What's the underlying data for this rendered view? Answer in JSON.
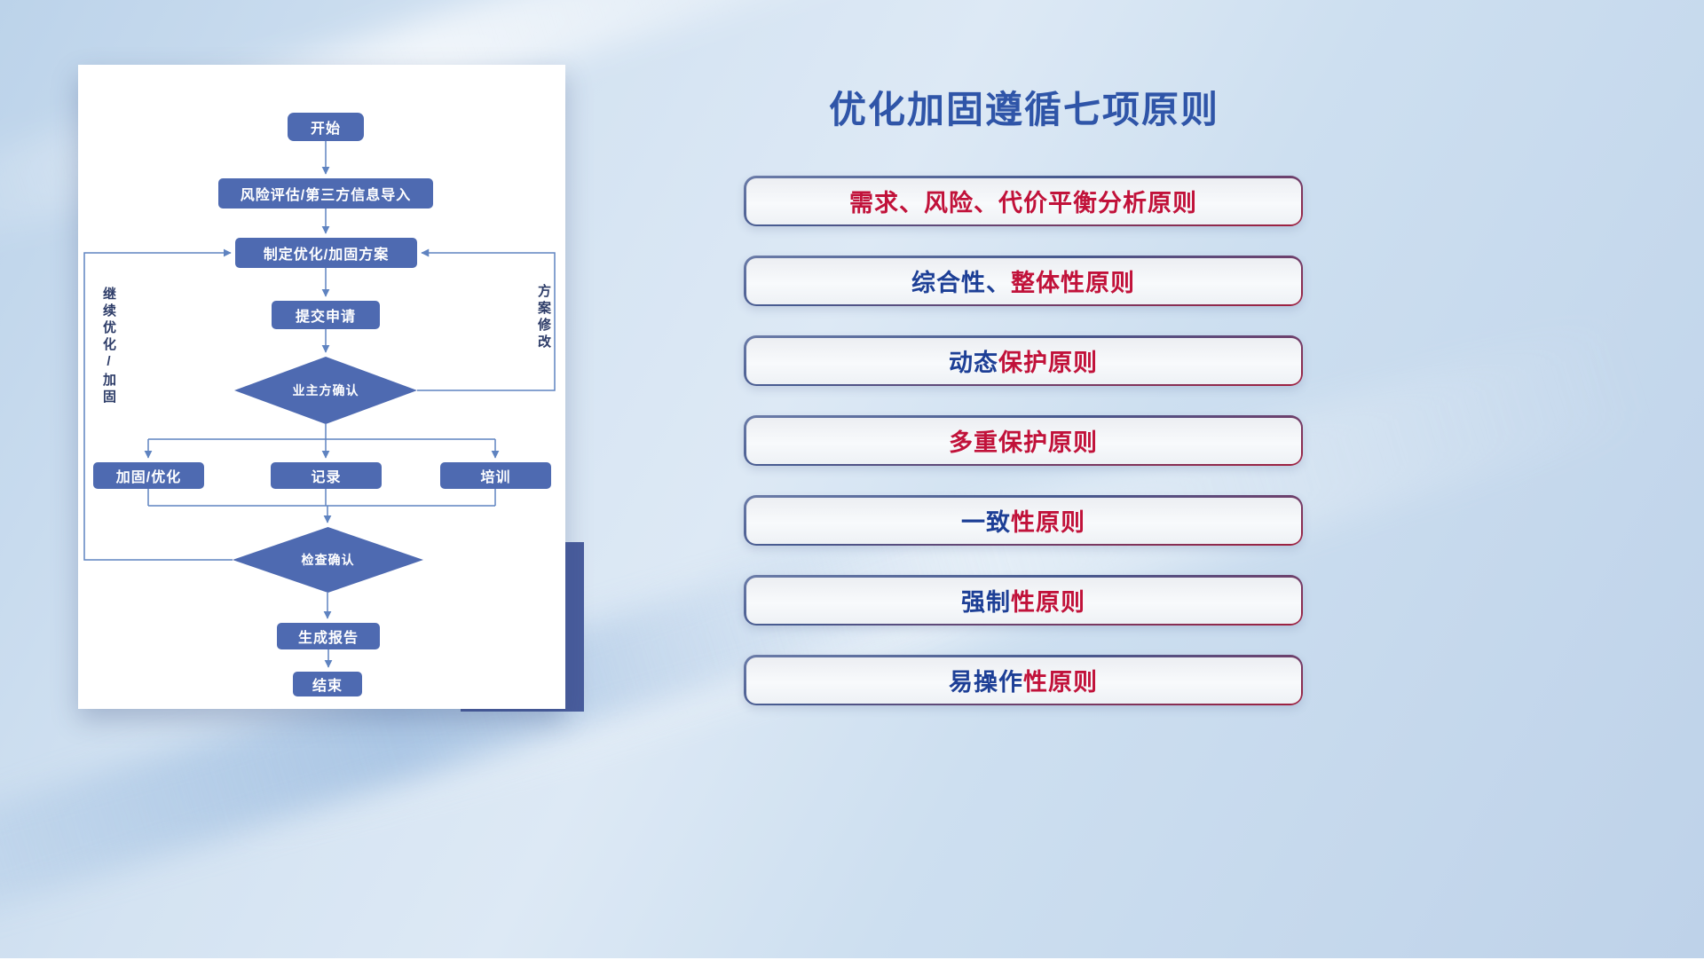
{
  "colors": {
    "accent_blue": "#2f55a8",
    "principle_red": "#c1123a",
    "principle_blue": "#1d3f96",
    "node_blue": "#4e6ab1",
    "connector": "#5f83c0",
    "card_accent": "#495d9d"
  },
  "flowchart": {
    "nodes": {
      "start": "开始",
      "risk_import": "风险评估/第三方信息导入",
      "make_plan": "制定优化/加固方案",
      "submit": "提交申请",
      "owner_confirm": "业主方确认",
      "reinforce": "加固/优化",
      "record": "记录",
      "training": "培训",
      "check_confirm": "检查确认",
      "report": "生成报告",
      "end": "结束"
    },
    "side_labels": {
      "left": "继续优化/加固",
      "right": "方案修改"
    }
  },
  "principles": {
    "title": "优化加固遵循七项原则",
    "items": [
      {
        "segments": [
          {
            "text": "需求、风险、代价平衡分析原则",
            "color": "#c1123a"
          }
        ]
      },
      {
        "segments": [
          {
            "text": "综合性、",
            "color": "#1d3f96"
          },
          {
            "text": "整体性原则",
            "color": "#c1123a"
          }
        ]
      },
      {
        "segments": [
          {
            "text": "动态",
            "color": "#1d3f96"
          },
          {
            "text": "保护原则",
            "color": "#c1123a"
          }
        ]
      },
      {
        "segments": [
          {
            "text": "多重保护原则",
            "color": "#c1123a"
          }
        ]
      },
      {
        "segments": [
          {
            "text": "一致",
            "color": "#1d3f96"
          },
          {
            "text": "性原则",
            "color": "#c1123a"
          }
        ]
      },
      {
        "segments": [
          {
            "text": "强制",
            "color": "#1d3f96"
          },
          {
            "text": "性原则",
            "color": "#c1123a"
          }
        ]
      },
      {
        "segments": [
          {
            "text": "易操作",
            "color": "#1d3f96"
          },
          {
            "text": "性原则",
            "color": "#c1123a"
          }
        ]
      }
    ]
  }
}
